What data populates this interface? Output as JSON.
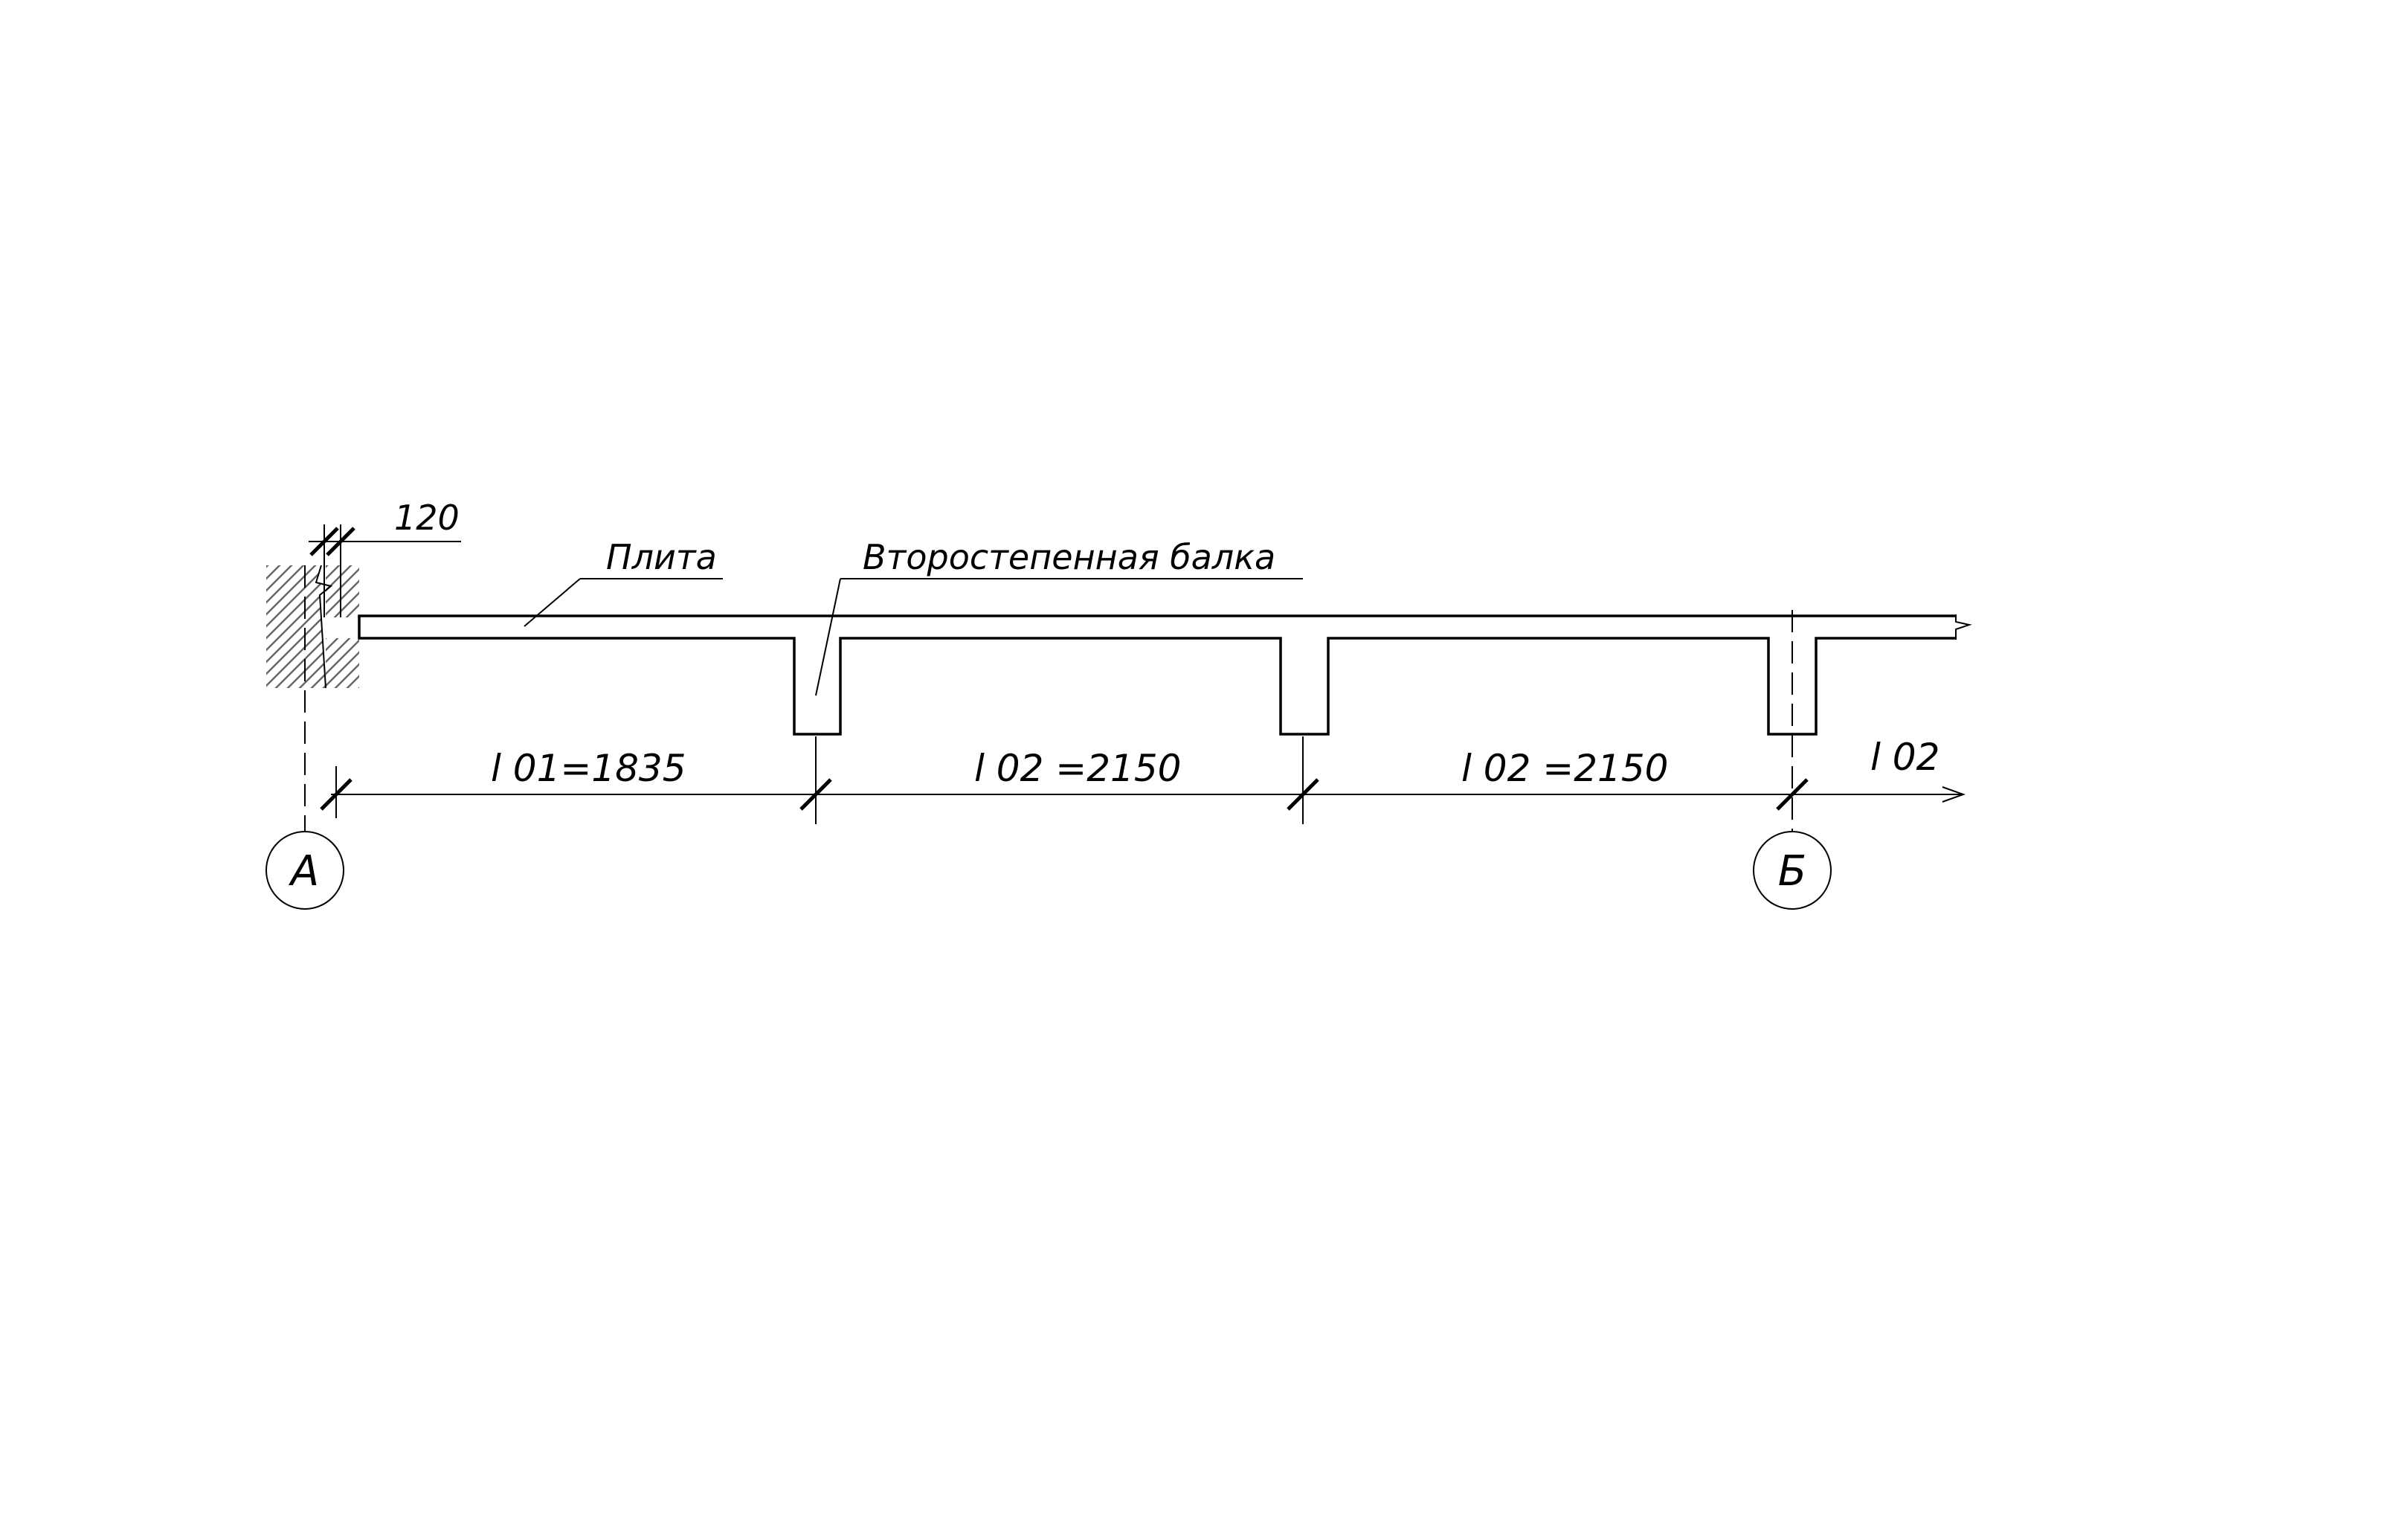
{
  "labels": {
    "wall_thickness": "120",
    "slab": "Плита",
    "secondary_beam": "Второстепенная балка",
    "span_1": "l 01=1835",
    "span_2": "l 02 =2150",
    "span_3": "l 02 =2150",
    "span_next": "l 02"
  },
  "axes": {
    "left": "А",
    "right": "Б"
  },
  "colors": {
    "line": "#000000",
    "hatch": "#555555",
    "background": "#ffffff"
  }
}
